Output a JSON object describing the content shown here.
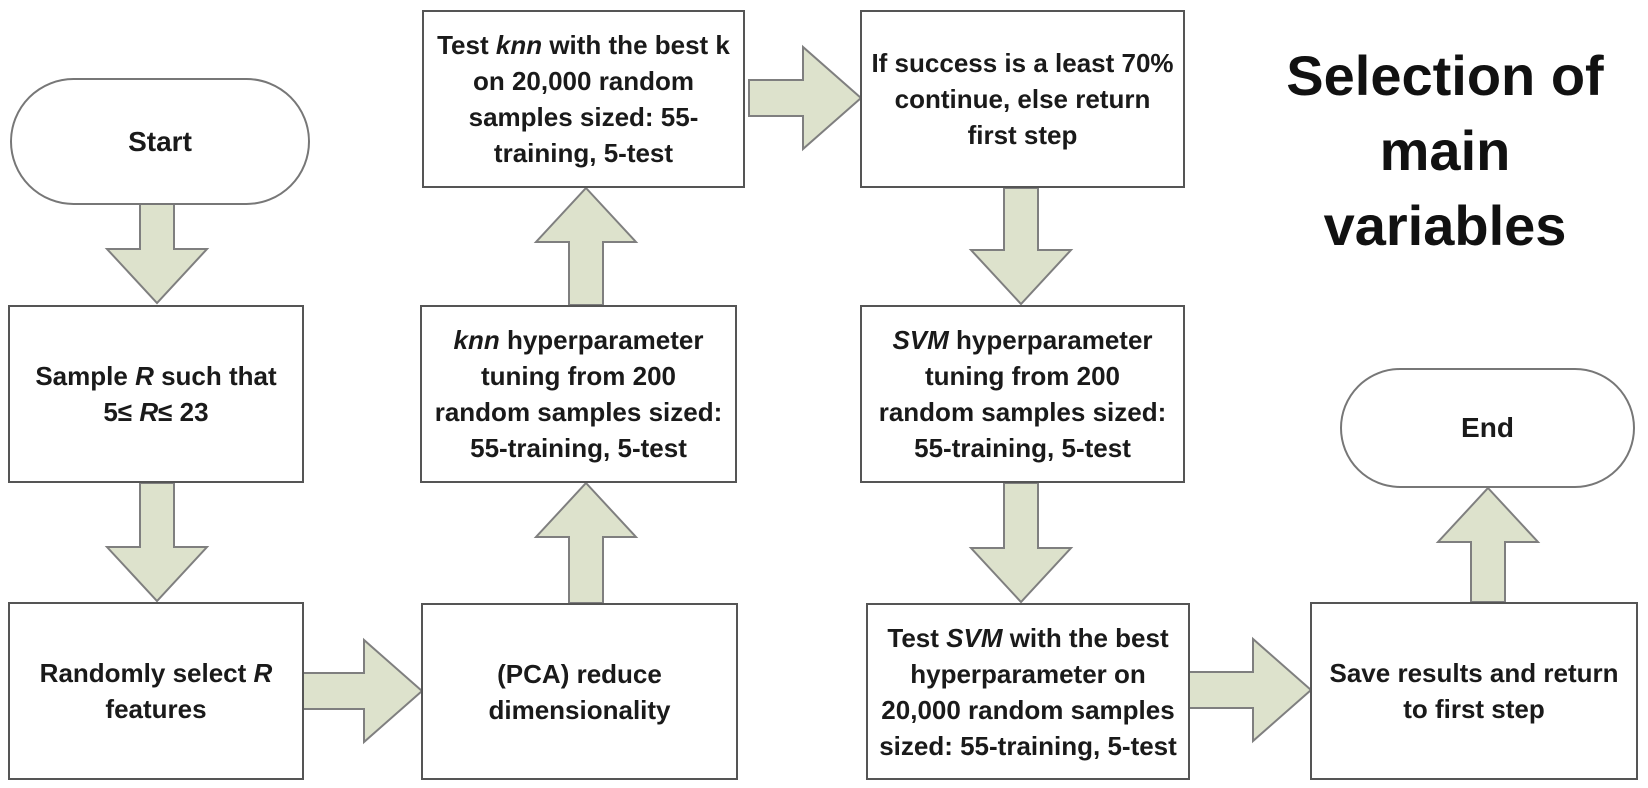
{
  "diagram": {
    "title_lines": [
      "Selection of",
      "main",
      "variables"
    ],
    "colors": {
      "background": "#ffffff",
      "arrow_fill": "#dde2cc",
      "arrow_stroke": "#7f7f7f",
      "process_border": "#555555",
      "terminator_border": "#777777",
      "text": "#1a1a1a"
    },
    "nodes": {
      "start": {
        "type": "terminator",
        "lines": [
          [
            {
              "t": "Start"
            }
          ]
        ]
      },
      "sample_r": {
        "type": "process",
        "lines": [
          [
            {
              "t": "Sample "
            },
            {
              "t": "R",
              "i": true
            },
            {
              "t": " such that"
            }
          ],
          [
            {
              "t": "5≤ "
            },
            {
              "t": "R",
              "i": true
            },
            {
              "t": "≤ 23"
            }
          ]
        ]
      },
      "select_features": {
        "type": "process",
        "lines": [
          [
            {
              "t": "Randomly select "
            },
            {
              "t": "R",
              "i": true
            }
          ],
          [
            {
              "t": "features"
            }
          ]
        ]
      },
      "pca": {
        "type": "process",
        "lines": [
          [
            {
              "t": "(PCA) reduce"
            }
          ],
          [
            {
              "t": "dimensionality"
            }
          ]
        ]
      },
      "knn_tuning": {
        "type": "process",
        "lines": [
          [
            {
              "t": "knn",
              "i": true
            },
            {
              "t": " hyperparameter"
            }
          ],
          [
            {
              "t": "tuning from 200"
            }
          ],
          [
            {
              "t": "random samples sized:"
            }
          ],
          [
            {
              "t": "55-training, 5-test"
            }
          ]
        ]
      },
      "test_knn": {
        "type": "process",
        "lines": [
          [
            {
              "t": "Test "
            },
            {
              "t": "knn",
              "i": true
            },
            {
              "t": " with the best k"
            }
          ],
          [
            {
              "t": "on 20,000 random"
            }
          ],
          [
            {
              "t": "samples sized: 55-"
            }
          ],
          [
            {
              "t": "training, 5-test"
            }
          ]
        ]
      },
      "if_success": {
        "type": "process",
        "lines": [
          [
            {
              "t": "If success is a least 70%"
            }
          ],
          [
            {
              "t": "continue, else return"
            }
          ],
          [
            {
              "t": "first step"
            }
          ]
        ]
      },
      "svm_tuning": {
        "type": "process",
        "lines": [
          [
            {
              "t": "SVM",
              "i": true
            },
            {
              "t": " hyperparameter"
            }
          ],
          [
            {
              "t": "tuning from 200"
            }
          ],
          [
            {
              "t": "random samples sized:"
            }
          ],
          [
            {
              "t": "55-training, 5-test"
            }
          ]
        ]
      },
      "test_svm": {
        "type": "process",
        "lines": [
          [
            {
              "t": "Test "
            },
            {
              "t": "SVM",
              "i": true
            },
            {
              "t": " with the best"
            }
          ],
          [
            {
              "t": "hyperparameter on"
            }
          ],
          [
            {
              "t": "20,000 random samples"
            }
          ],
          [
            {
              "t": "sized: 55-training, 5-test"
            }
          ]
        ]
      },
      "save_results": {
        "type": "process",
        "lines": [
          [
            {
              "t": "Save results and return"
            }
          ],
          [
            {
              "t": "to first step"
            }
          ]
        ]
      },
      "end": {
        "type": "terminator",
        "lines": [
          [
            {
              "t": "End"
            }
          ]
        ]
      }
    }
  }
}
